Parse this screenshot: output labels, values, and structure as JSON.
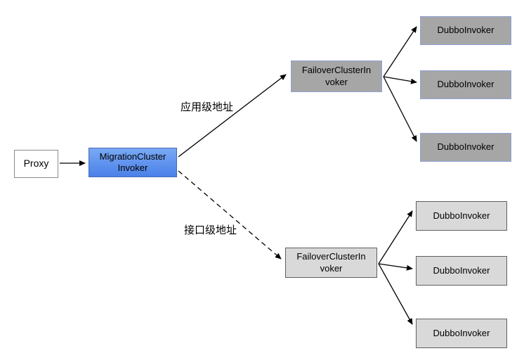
{
  "diagram": {
    "background_color": "#ffffff",
    "line_color": "#000000",
    "nodes": {
      "proxy": {
        "label": "Proxy",
        "fill": "#ffffff",
        "border": "#8a8a8a"
      },
      "migration_cluster_invoker": {
        "label": "MigrationCluster\nInvoker",
        "fill_gradient_top": "#79a9f5",
        "fill_gradient_bottom": "#4b80e8",
        "border": "#4968b8"
      },
      "failover_cluster_invoker_app": {
        "label": "FailoverClusterIn\nvoker",
        "fill": "#a6a6a6",
        "border": "#8fa3d9"
      },
      "failover_cluster_invoker_interface": {
        "label": "FailoverClusterIn\nvoker",
        "fill": "#d9d9d9",
        "border": "#5f5f5f"
      },
      "dubbo_invokers_app": [
        {
          "label": "DubboInvoker"
        },
        {
          "label": "DubboInvoker"
        },
        {
          "label": "DubboInvoker"
        }
      ],
      "dubbo_invokers_interface": [
        {
          "label": "DubboInvoker"
        },
        {
          "label": "DubboInvoker"
        },
        {
          "label": "DubboInvoker"
        }
      ]
    },
    "edges": {
      "app_level_address_label": "应用级地址",
      "interface_level_address_label": "接口级地址",
      "app_path_style": "solid",
      "interface_path_style": "dashed"
    }
  }
}
